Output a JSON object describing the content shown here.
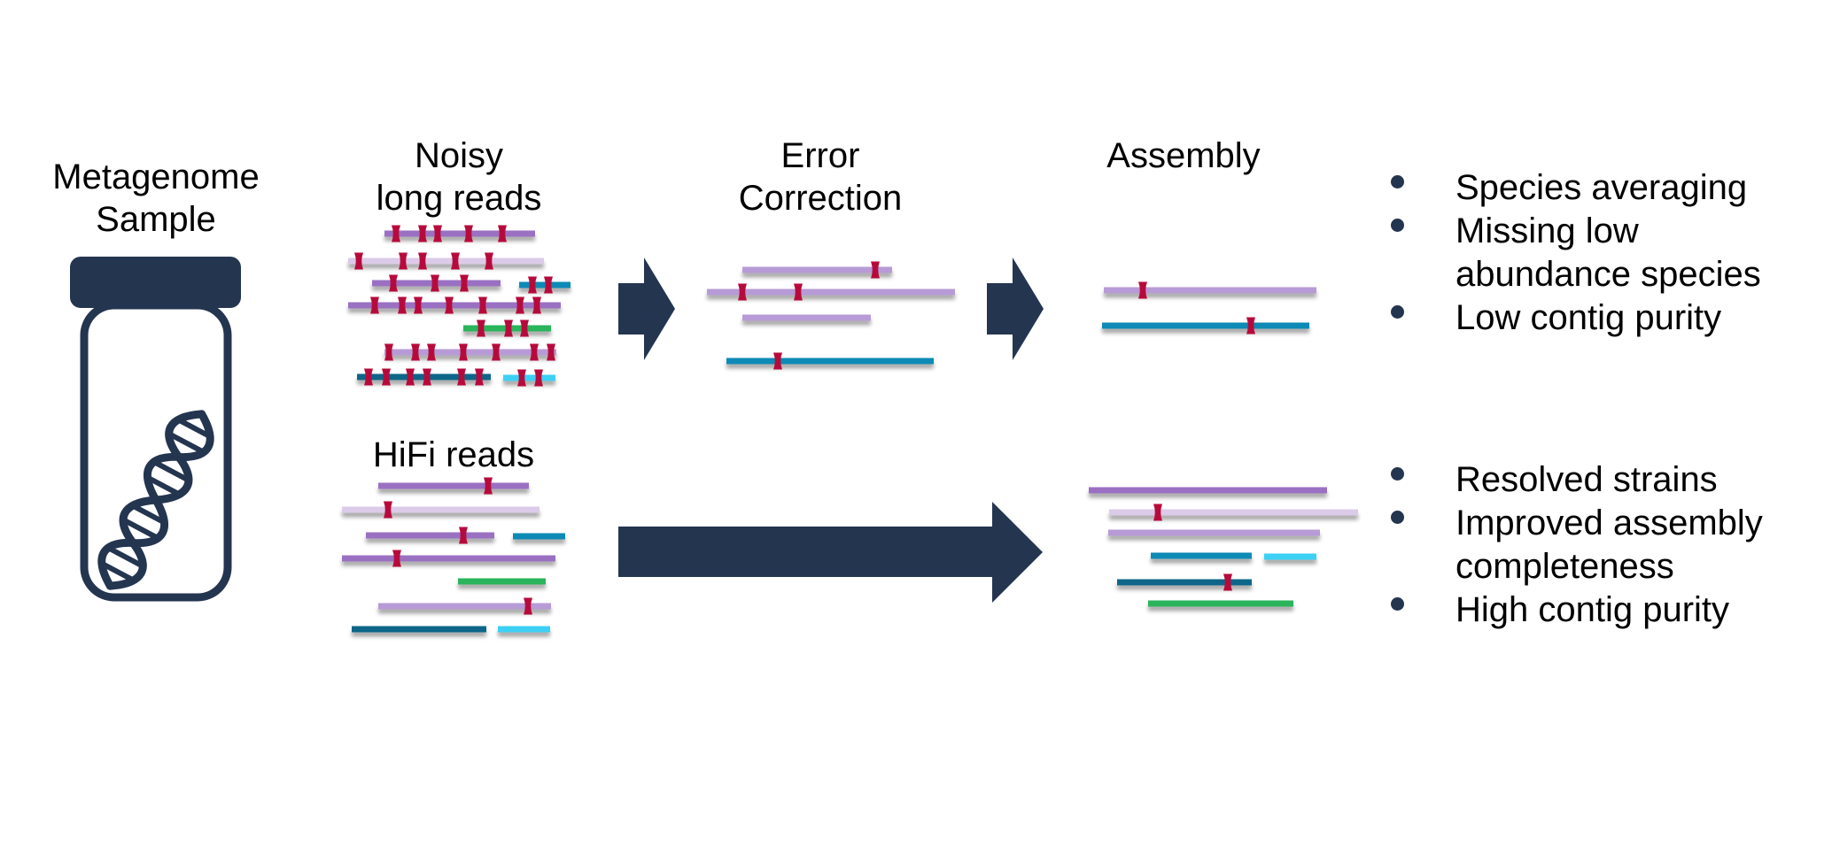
{
  "colors": {
    "navy": "#243550",
    "purple": "#9a6fc3",
    "lilac_light": "#dccbe8",
    "lilac": "#b79bd6",
    "teal": "#0d8ab5",
    "teal_dark": "#0c6689",
    "cyan": "#3dd0f5",
    "green": "#2ab45c",
    "error": "#b70a3c"
  },
  "labels": {
    "sample": [
      "Metagenome",
      "Sample"
    ],
    "noisy": [
      "Noisy",
      "long reads"
    ],
    "correction": [
      "Error",
      "Correction"
    ],
    "assembly": "Assembly",
    "hifi": "HiFi reads"
  },
  "icons": {
    "sample": "vial-dna-icon",
    "arrow": "right-arrow-icon",
    "error": "sequencing-error-marker-icon"
  },
  "outcomes": {
    "noisy": [
      {
        "lines": [
          "Species averaging"
        ]
      },
      {
        "lines": [
          "Missing low",
          "abundance species"
        ]
      },
      {
        "lines": [
          "Low contig purity"
        ]
      }
    ],
    "hifi": [
      {
        "lines": [
          "Resolved strains"
        ]
      },
      {
        "lines": [
          "Improved assembly",
          "completeness"
        ]
      },
      {
        "lines": [
          "High contig purity"
        ]
      }
    ]
  },
  "panels": {
    "noisy_reads": {
      "reads": [
        {
          "color": "purple",
          "errors": 5
        },
        {
          "color": "lilac_light",
          "errors": 5
        },
        {
          "color": "purple",
          "errors": 3
        },
        {
          "color": "teal",
          "errors": 2
        },
        {
          "color": "purple",
          "errors": 7
        },
        {
          "color": "green",
          "errors": 3
        },
        {
          "color": "lilac",
          "errors": 7
        },
        {
          "color": "teal_dark",
          "errors": 6
        },
        {
          "color": "cyan",
          "errors": 2
        }
      ]
    },
    "corrected_reads": {
      "reads": [
        {
          "color": "lilac",
          "errors": 1
        },
        {
          "color": "lilac",
          "errors": 2
        },
        {
          "color": "lilac",
          "errors": 0
        },
        {
          "color": "teal",
          "errors": 1
        }
      ]
    },
    "noisy_assembly": {
      "contigs": [
        {
          "color": "lilac",
          "errors": 1
        },
        {
          "color": "teal",
          "errors": 1
        }
      ]
    },
    "hifi_reads": {
      "reads": [
        {
          "color": "purple",
          "errors": 1
        },
        {
          "color": "lilac_light",
          "errors": 1
        },
        {
          "color": "purple",
          "errors": 1
        },
        {
          "color": "teal",
          "errors": 0
        },
        {
          "color": "purple",
          "errors": 1
        },
        {
          "color": "green",
          "errors": 0
        },
        {
          "color": "lilac",
          "errors": 1
        },
        {
          "color": "teal_dark",
          "errors": 0
        },
        {
          "color": "cyan",
          "errors": 0
        }
      ]
    },
    "hifi_assembly": {
      "contigs": [
        {
          "color": "purple",
          "errors": 0
        },
        {
          "color": "lilac_light",
          "errors": 1
        },
        {
          "color": "lilac",
          "errors": 0
        },
        {
          "color": "teal",
          "errors": 0
        },
        {
          "color": "cyan",
          "errors": 0
        },
        {
          "color": "teal_dark",
          "errors": 1
        },
        {
          "color": "green",
          "errors": 0
        }
      ]
    }
  }
}
